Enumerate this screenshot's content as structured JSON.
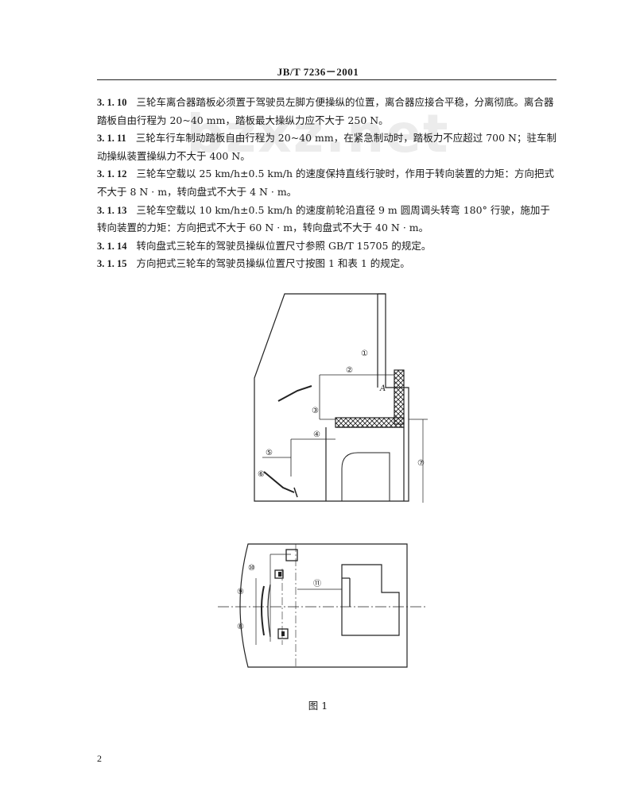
{
  "header": {
    "standard_no": "JB/T  7236－2001"
  },
  "watermark": "bzxz.net",
  "clauses": [
    {
      "num": "3. 1. 10",
      "text": "三轮车离合器踏板必须置于驾驶员左脚方便操纵的位置，离合器应接合平稳，分离彻底。离合器踏板自由行程为 20~40 mm，踏板最大操纵力应不大于 250 N。"
    },
    {
      "num": "3. 1. 11",
      "text": "三轮车行车制动踏板自由行程为 20~40 mm，在紧急制动时，踏板力不应超过 700 N；驻车制动操纵装置操纵力不大于 400 N。"
    },
    {
      "num": "3. 1. 12",
      "text": "三轮车空载以 25 km/h±0.5 km/h 的速度保持直线行驶时，作用于转向装置的力矩：方向把式不大于 8 N · m，转向盘式不大于 4 N · m。"
    },
    {
      "num": "3. 1. 13",
      "text": "三轮车空载以 10 km/h±0.5 km/h 的速度前轮沿直径 9 m 圆周调头转弯 180° 行驶，施加于转向装置的力矩：方向把式不大于 60 N · m，转向盘式不大于 40 N · m。"
    },
    {
      "num": "3. 1. 14",
      "text": "转向盘式三轮车的驾驶员操纵位置尺寸参照 GB/T  15705 的规定。"
    },
    {
      "num": "3. 1. 15",
      "text": "方向把式三轮车的驾驶员操纵位置尺寸按图 1 和表 1 的规定。"
    }
  ],
  "figure": {
    "labels": {
      "d1": "①",
      "d2": "②",
      "d3": "③",
      "d4": "④",
      "d5": "⑤",
      "d6": "⑥",
      "d7": "⑦",
      "d8": "⑧",
      "d9": "⑨",
      "d10": "⑩",
      "d11": "⑪",
      "a": "A"
    },
    "caption": "图 1"
  },
  "page_number": "2"
}
